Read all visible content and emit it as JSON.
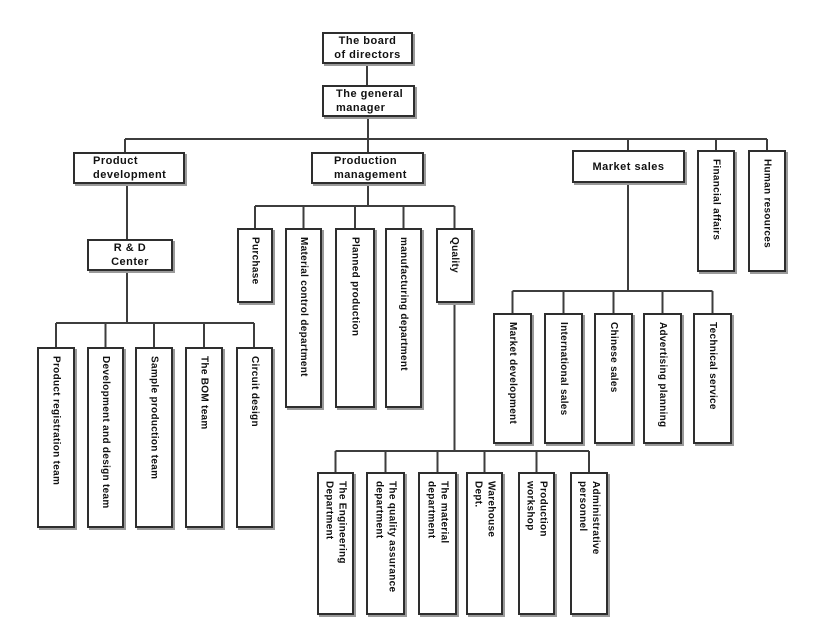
{
  "diagram_type": "organizational-chart",
  "colors": {
    "background": "#ffffff",
    "box_fill": "#ffffff",
    "box_border": "#2e2e2e",
    "box_shadow": "#9a9a9a",
    "connector_line": "#3d3d3d",
    "text": "#111111"
  },
  "nodes": {
    "board": "The board\nof directors",
    "general_manager": "The general\nmanager",
    "product_development": "Product\ndevelopment",
    "production_management": "Production\nmanagement",
    "market_sales": "Market sales",
    "financial_affairs": "Financial affairs",
    "human_resources": "Human resources",
    "rd_center": "R & D\nCenter",
    "product_registration_team": "Product registration team",
    "development_design_team": "Development and design team",
    "sample_production_team": "Sample production team",
    "bom_team": "The BOM team",
    "circuit_design": "Circuit design",
    "purchase": "Purchase",
    "material_control": "Material control department",
    "planned_production": "Planned production",
    "manufacturing_department": "manufacturing department",
    "quality": "Quality",
    "engineering_department": "The Engineering\nDepartment",
    "quality_assurance": "The quality assurance\ndepartment",
    "material_department": "The material\ndepartment",
    "warehouse_dept": "Warehouse\nDept.",
    "production_workshop": "Production\nworkshop",
    "administrative_personnel": "Administrative\npersonnel",
    "market_development": "Market development",
    "international_sales": "International sales",
    "chinese_sales": "Chinese sales",
    "advertising_planning": "Advertising planning",
    "technical_service": "Technical service"
  },
  "hierarchy": {
    "node": "board",
    "children": [
      {
        "node": "general_manager",
        "children": [
          {
            "node": "product_development",
            "children": [
              {
                "node": "rd_center",
                "children": [
                  {
                    "node": "product_registration_team"
                  },
                  {
                    "node": "development_design_team"
                  },
                  {
                    "node": "sample_production_team"
                  },
                  {
                    "node": "bom_team"
                  },
                  {
                    "node": "circuit_design"
                  }
                ]
              }
            ]
          },
          {
            "node": "production_management",
            "children": [
              {
                "node": "purchase"
              },
              {
                "node": "material_control"
              },
              {
                "node": "planned_production"
              },
              {
                "node": "manufacturing_department"
              },
              {
                "node": "quality",
                "children": [
                  {
                    "node": "engineering_department"
                  },
                  {
                    "node": "quality_assurance"
                  },
                  {
                    "node": "material_department"
                  },
                  {
                    "node": "warehouse_dept"
                  },
                  {
                    "node": "production_workshop"
                  },
                  {
                    "node": "administrative_personnel"
                  }
                ]
              }
            ]
          },
          {
            "node": "market_sales",
            "children": [
              {
                "node": "market_development"
              },
              {
                "node": "international_sales"
              },
              {
                "node": "chinese_sales"
              },
              {
                "node": "advertising_planning"
              },
              {
                "node": "technical_service"
              }
            ]
          },
          {
            "node": "financial_affairs"
          },
          {
            "node": "human_resources"
          }
        ]
      }
    ]
  }
}
